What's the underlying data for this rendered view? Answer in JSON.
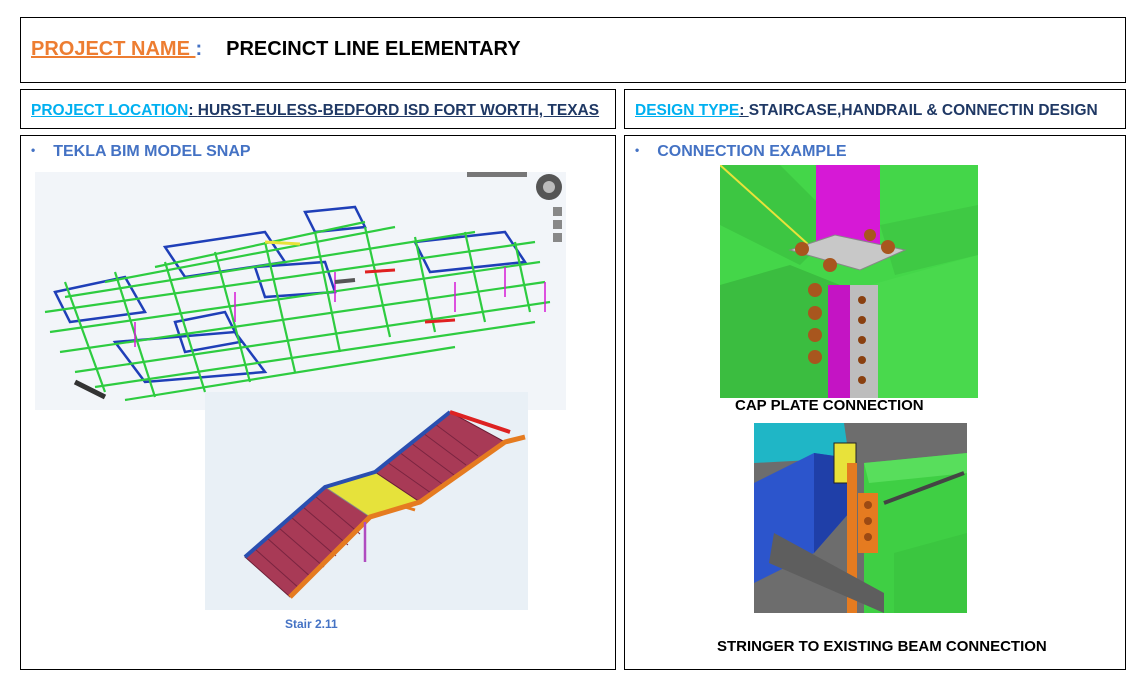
{
  "header": {
    "project_label": "PROJECT NAME ",
    "colon": ":",
    "project_name": "PRECINCT LINE ELEMENTARY"
  },
  "location": {
    "label": "PROJECT LOCATION",
    "colon": ": ",
    "value": "HURST-EULESS-BEDFORD ISD FORT WORTH, TEXAS"
  },
  "design": {
    "label": "DESIGN TYPE",
    "colon": ": ",
    "value": " STAIRCASE,HANDRAIL & CONNECTIN DESIGN"
  },
  "left_panel": {
    "bullet": "TEKLA BIM MODEL SNAP",
    "stair_caption": "Stair 2.11"
  },
  "right_panel": {
    "bullet": "CONNECTION EXAMPLE",
    "caption_top": "CAP PLATE CONNECTION",
    "caption_bottom": "STRINGER TO EXISTING BEAM CONNECTION"
  },
  "colors": {
    "accent_orange": "#ED7D31",
    "accent_blue": "#4472C4",
    "label_cyan": "#00B0F0",
    "value_navy": "#1F3864",
    "beam_green": "#44D649",
    "column_magenta": "#D619D6"
  }
}
